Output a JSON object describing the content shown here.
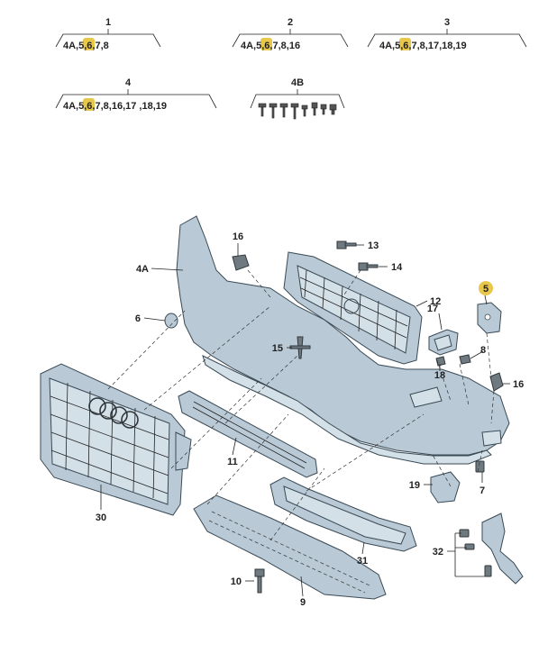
{
  "groups": [
    {
      "label": "1",
      "pre": "4A,",
      "hl": "5",
      "post": ",6,7,8"
    },
    {
      "label": "2",
      "pre": "4A,",
      "hl": "5",
      "post": ",6,7,8,16"
    },
    {
      "label": "3",
      "pre": "4A,",
      "hl": "5",
      "post": ",6,7,8,17,18,19"
    },
    {
      "label": "4",
      "pre": "4A,",
      "hl": "5",
      "post": ",6,7,8,16,17 ,18,19"
    },
    {
      "label": "4B"
    }
  ],
  "callouts": {
    "c4A": "4A",
    "c5": "5",
    "c6": "6",
    "c7": "7",
    "c8": "8",
    "c9": "9",
    "c10": "10",
    "c11": "11",
    "c12": "12",
    "c13": "13",
    "c14": "14",
    "c15": "15",
    "c16a": "16",
    "c16b": "16",
    "c17": "17",
    "c18": "18",
    "c19": "19",
    "c30": "30",
    "c31": "31",
    "c32": "32"
  },
  "colors": {
    "highlight": "#e8c84a",
    "part": "#b9cad6"
  }
}
